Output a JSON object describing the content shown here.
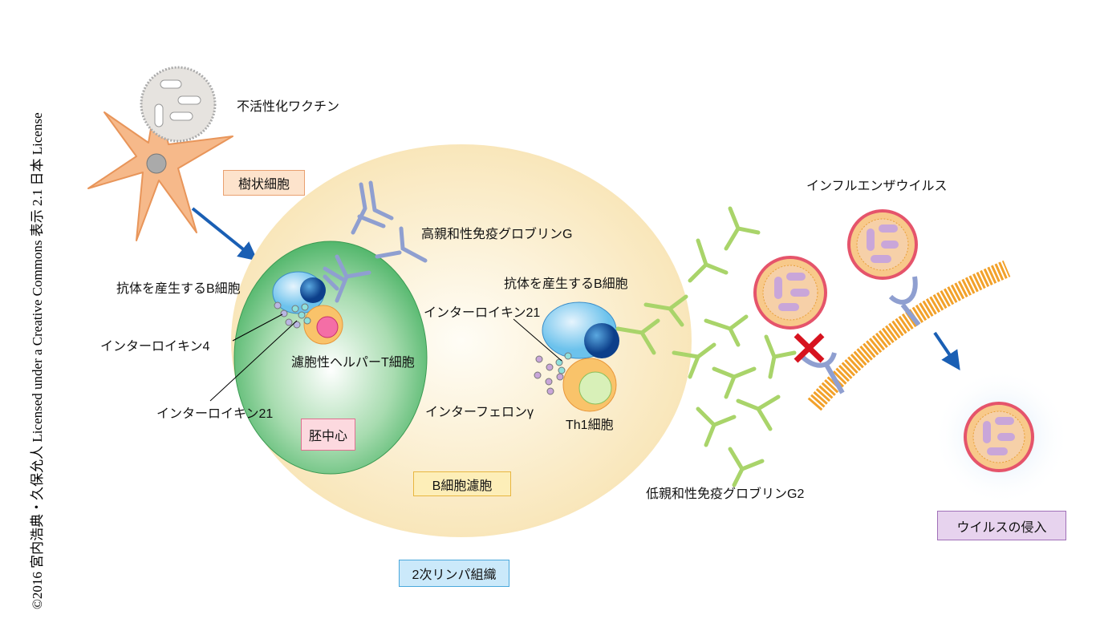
{
  "credit": "©2016 宮内浩典・久保允人 Licensed under a Creative Commons 表示 2.1 日本 License",
  "labels": {
    "inactivated_vaccine": "不活性化ワクチン",
    "dendritic_cell": "樹状細胞",
    "high_affinity_igg": "高親和性免疫グロブリンG",
    "antibody_b_cell_1": "抗体を産生するB細胞",
    "antibody_b_cell_2": "抗体を産生するB細胞",
    "il4": "インターロイキン4",
    "tfh": "濾胞性ヘルパーT細胞",
    "il21_1": "インターロイキン21",
    "il21_2": "インターロイキン21",
    "germinal_center": "胚中心",
    "ifn_gamma": "インターフェロンγ",
    "th1": "Th1細胞",
    "b_follicle": "B細胞濾胞",
    "secondary_lymphoid": "2次リンパ組織",
    "influenza": "インフルエンザウイルス",
    "low_affinity_igg2": "低親和性免疫グロブリンG2",
    "virus_entry": "ウイルスの侵入"
  },
  "colors": {
    "follicle": "#fbecc8",
    "germinal_center": "#4fb86a",
    "arrow": "#1a5fb4",
    "dendritic": "#f6b98a",
    "igg_high": "#8f9fd0",
    "igg_low": "#a9d46a",
    "cross": "#d7131f"
  }
}
